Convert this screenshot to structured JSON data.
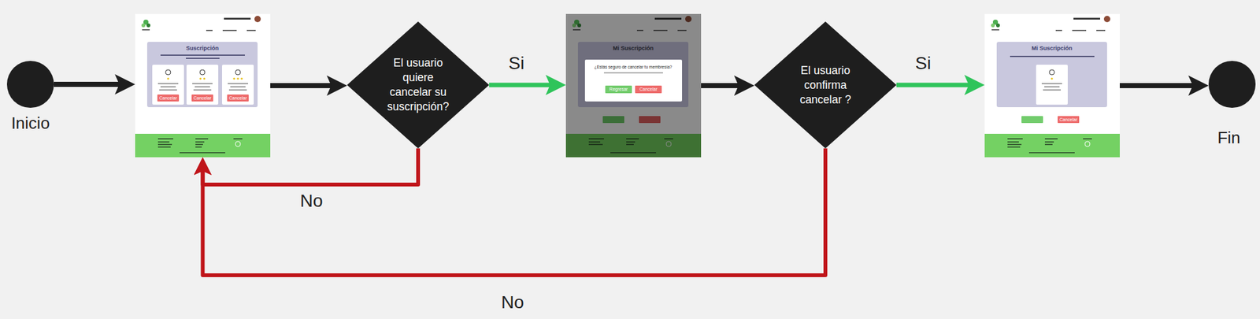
{
  "diagram": {
    "nodes": [
      {
        "text": [
          "Inicio"
        ]
      },
      {
        "text": [
          "Suscripción",
          "Cancelar",
          "Cancelar",
          "Cancelar"
        ]
      },
      {
        "text": [
          "El usuario quiere cancelar su suscripción?"
        ]
      },
      {
        "text": [
          "Mi Suscripción",
          "¿Estás seguro de cancelar tu membresía?",
          "Regresar",
          "Cancelar"
        ]
      },
      {
        "text": [
          "El usuario confirma cancelar ?"
        ]
      },
      {
        "text": [
          "Mi Suscripción",
          "Cancelar"
        ]
      },
      {
        "text": [
          "Fin"
        ]
      }
    ],
    "edges": [
      {
        "from": 0,
        "to": 1,
        "arrow": "to"
      },
      {
        "from": 1,
        "to": 2,
        "arrow": "to"
      },
      {
        "from": 2,
        "to": 3,
        "label": "Si",
        "arrow": "to"
      },
      {
        "from": 3,
        "to": 4,
        "arrow": "to"
      },
      {
        "from": 4,
        "to": 5,
        "label": "Si",
        "arrow": "to"
      },
      {
        "from": 5,
        "to": 6,
        "arrow": "to"
      },
      {
        "from": 2,
        "to": 1,
        "label": "No",
        "arrow": "to"
      },
      {
        "from": 4,
        "to": 1,
        "label": "No",
        "arrow": "to"
      }
    ]
  }
}
